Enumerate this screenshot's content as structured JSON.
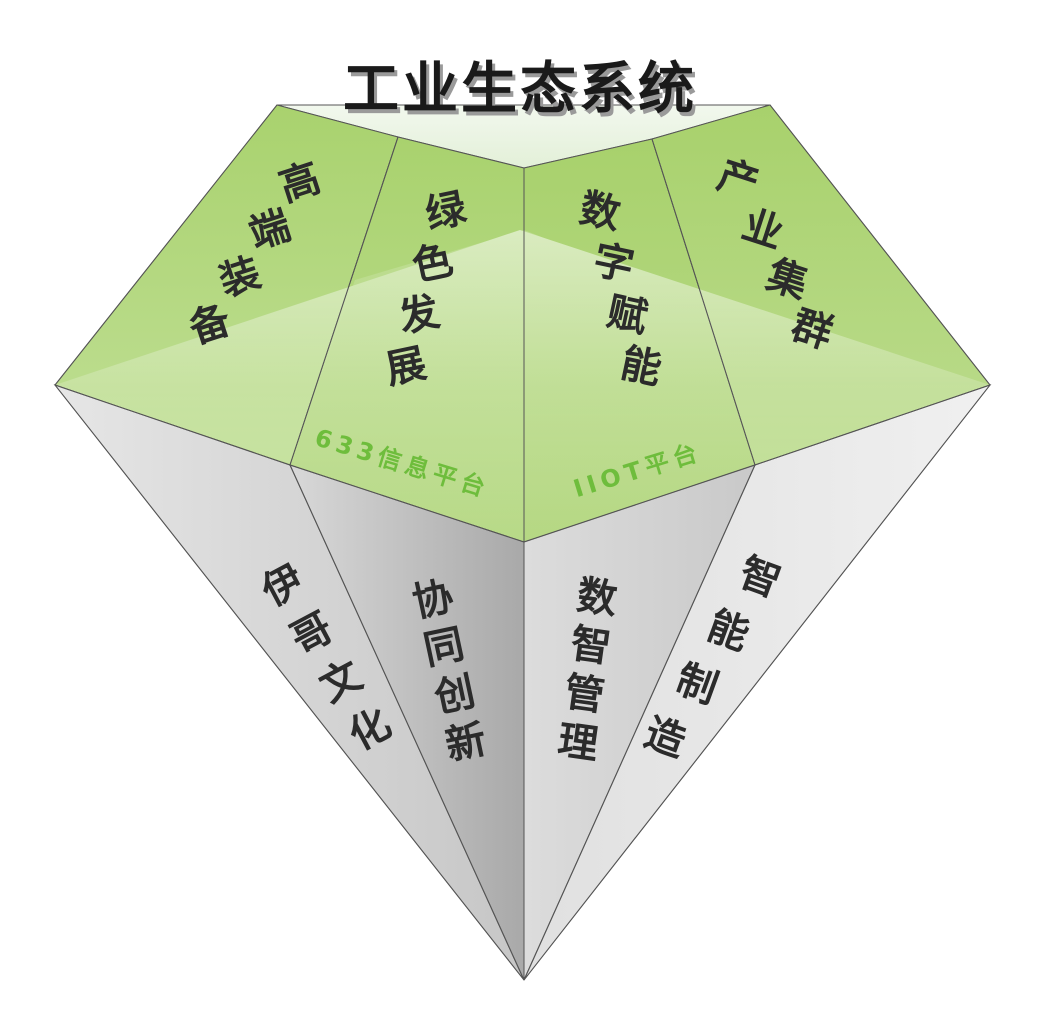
{
  "title": "工业生态系统",
  "crown_facets": [
    "高端装备",
    "绿色发展",
    "数字赋能",
    "产业集群"
  ],
  "platforms": [
    "633信息平台",
    "IIOT平台"
  ],
  "pavilion_facets": [
    "伊哥文化",
    "协同创新",
    "数智管理",
    "智能制造"
  ],
  "colors": {
    "crown_green": "#a9d26e",
    "table_green": "#eaf4e2",
    "platform_text": "#6ebd3c",
    "pavilion_light": "#e3e3e3",
    "pavilion_dark": "#b6b6b6",
    "facet_text": "#2b2b2b",
    "edge": "#555555"
  }
}
